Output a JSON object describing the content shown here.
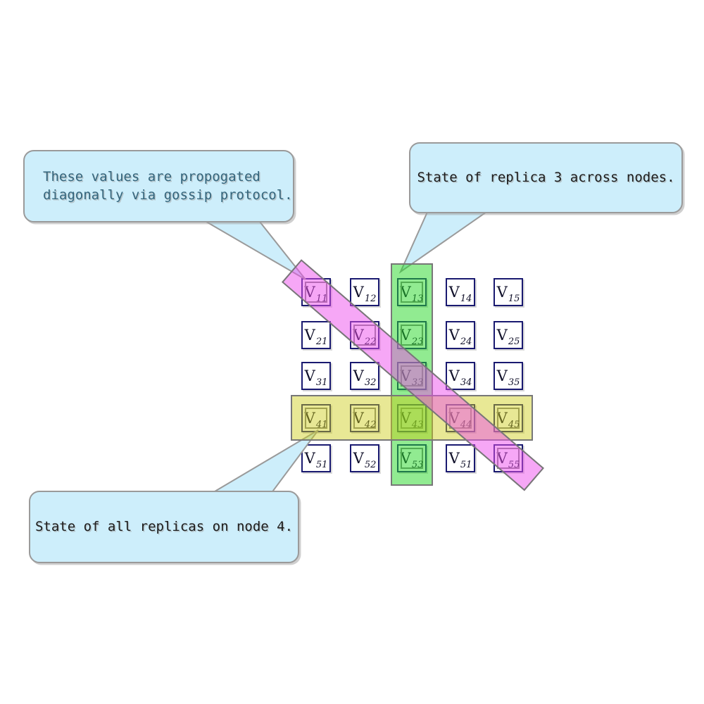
{
  "callouts": [
    {
      "id": "gossip",
      "lines": [
        "These values are propogated",
        "diagonally via gossip protocol."
      ],
      "text_color": "#34657c"
    },
    {
      "id": "replica-column",
      "lines": [
        "State of replica 3 across nodes."
      ],
      "text_color": "#1c1c1c"
    },
    {
      "id": "node-row",
      "lines": [
        "State of all replicas on node 4."
      ],
      "text_color": "#1c1c1c"
    }
  ],
  "matrix": {
    "symbol": "V",
    "rows": 5,
    "cols": 5,
    "subscripts": [
      [
        "11",
        "12",
        "13",
        "14",
        "15"
      ],
      [
        "21",
        "22",
        "23",
        "24",
        "25"
      ],
      [
        "31",
        "32",
        "33",
        "34",
        "35"
      ],
      [
        "41",
        "42",
        "43",
        "44",
        "45"
      ],
      [
        "51",
        "52",
        "53",
        "51",
        "55"
      ]
    ]
  },
  "highlights": {
    "replica_column": {
      "col": 3,
      "fill": "rgba(35,215,35,0.5)",
      "border": "#777777"
    },
    "node_row": {
      "row": 4,
      "fill": "rgba(205,205,20,0.45)",
      "border": "#777777"
    },
    "gossip_diagonal": {
      "cells": [
        [
          1,
          1
        ],
        [
          2,
          2
        ],
        [
          3,
          3
        ],
        [
          4,
          4
        ],
        [
          5,
          5
        ]
      ],
      "fill": "rgba(238,80,238,0.5)",
      "border": "#777777"
    }
  },
  "colors": {
    "cell_border": "#191970",
    "cell_text": "#10102a",
    "callout_fill": "#cdeefb",
    "callout_border": "#9a9a9a",
    "member_square_border": "#808080",
    "background": "#ffffff"
  }
}
